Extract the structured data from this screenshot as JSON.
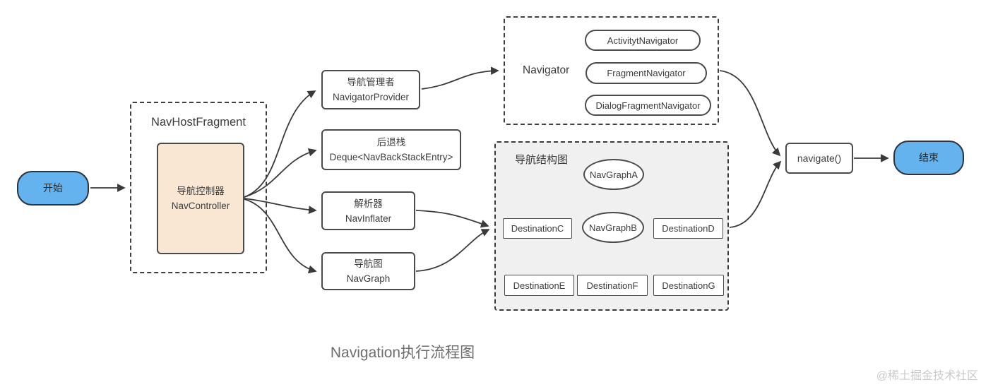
{
  "title": "Navigation执行流程图",
  "watermark": "@稀土掘金技术社区",
  "nodes": {
    "start": "开始",
    "end": "结束",
    "navhost_label": "NavHostFragment",
    "navcontroller": {
      "line1": "导航控制器",
      "line2": "NavController"
    },
    "provider": {
      "line1": "导航管理者",
      "line2": "NavigatorProvider"
    },
    "backstack": {
      "line1": "后退栈",
      "line2": "Deque<NavBackStackEntry>"
    },
    "inflater": {
      "line1": "解析器",
      "line2": "NavInflater"
    },
    "navgraph": {
      "line1": "导航图",
      "line2": "NavGraph"
    },
    "navigate": "navigate()",
    "navigator_group": {
      "label": "Navigator",
      "items": [
        "ActivitytNavigator",
        "FragmentNavigator",
        "DialogFragmentNavigator"
      ]
    },
    "structure_group": {
      "label": "导航结构图",
      "graph_a": "NavGraphA",
      "graph_b": "NavGraphB",
      "dest_c": "DestinationC",
      "dest_d": "DestinationD",
      "dest_e": "DestinationE",
      "dest_f": "DestinationF",
      "dest_g": "DestinationG"
    }
  },
  "colors": {
    "terminator_fill": "#64b2ee",
    "terminator_border": "#2f3237",
    "controller_fill": "#f9e7d4",
    "structure_group_fill": "#f0f0f0",
    "node_border": "#4b4b4b",
    "arrow_stroke": "#3a3a3a",
    "text": "#3d3d3d",
    "title_text": "#6e6e6e",
    "watermark_text": "#cacaca"
  }
}
